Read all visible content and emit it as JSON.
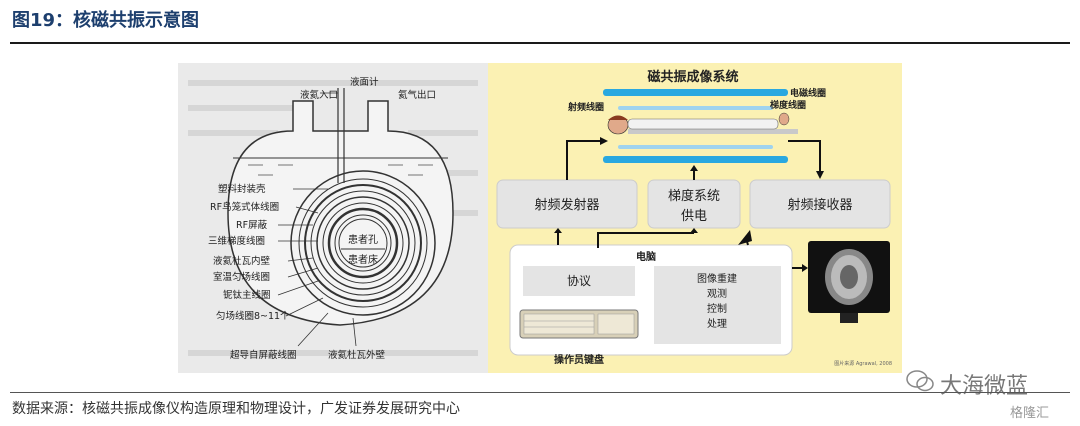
{
  "figure": {
    "title": "图19：核磁共振示意图",
    "source": "数据来源：核磁共振成像仪构造原理和物理设计，广发证券发展研究中心"
  },
  "left_panel": {
    "labels": {
      "liquid_meter": "液面计",
      "helium_inlet": "液氦入口",
      "helium_outlet": "氦气出口",
      "plastic_shell": "塑料封装壳",
      "rf_birdcage": "RF鸟笼式体线圈",
      "rf_shield": "RF屏蔽",
      "gradient_coil": "三维梯度线圈",
      "inner_wall": "液氦杜瓦内壁",
      "shim_coil": "室温匀场线圈",
      "main_coil": "铌钛主线圈",
      "uniform_coil": "匀场线圈8~11个",
      "shield_coil": "超导自屏蔽线圈",
      "outer_wall": "液氦杜瓦外壁",
      "patient_hole": "患者孔",
      "patient_bed": "患者床"
    }
  },
  "right_panel": {
    "title": "磁共振成像系统",
    "em_coil": "电磁线圈",
    "grad_coil": "梯度线圈",
    "rf_coil": "射频线圈",
    "rf_transmitter": "射频发射器",
    "gradient_power_1": "梯度系统",
    "gradient_power_2": "供电",
    "rf_receiver": "射频接收器",
    "computer": "电脑",
    "protocol": "协议",
    "functions": [
      "图像重建",
      "观测",
      "控制",
      "处理"
    ],
    "keyboard": "操作员键盘",
    "credit": "图片来源 Agrawal, 2008"
  },
  "watermark": {
    "text": "大海微蓝",
    "logo": "格隆汇"
  },
  "colors": {
    "title": "#1d3f6e",
    "panel_right_bg": "#fbf1b3",
    "coil_blue": "#29a8e0"
  }
}
